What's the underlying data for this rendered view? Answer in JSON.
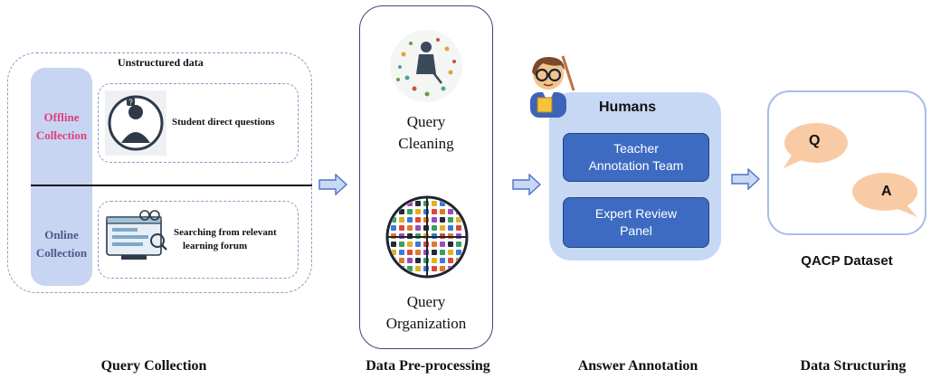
{
  "stages": {
    "query_collection": {
      "header": "Unstructured data",
      "offline_label": [
        "Offline",
        "Collection"
      ],
      "online_label": [
        "Online",
        "Collection"
      ],
      "offline_item": "Student direct questions",
      "online_item": [
        "Searching from relevant",
        "learning forum"
      ],
      "caption": "Query Collection",
      "offline_color": "#e0407a",
      "online_color": "#4a5a8c"
    },
    "preprocessing": {
      "step1": [
        "Query",
        "Cleaning"
      ],
      "step2": [
        "Query",
        "Organization"
      ],
      "caption": "Data Pre-processing"
    },
    "annotation": {
      "title": "Humans",
      "team1": [
        "Teacher",
        "Annotation Team"
      ],
      "team2": [
        "Expert Review",
        "Panel"
      ],
      "caption": "Answer Annotation"
    },
    "structuring": {
      "q": "Q",
      "a": "A",
      "dataset_label": "QACP Dataset",
      "caption": "Data Structuring",
      "bubble_color": "#f9cba5"
    }
  },
  "colors": {
    "accent_blue": "#3d6bc2",
    "light_blue": "#c7d8f5",
    "arrow_fill": "#c9d8f5",
    "arrow_stroke": "#4a74c6"
  }
}
